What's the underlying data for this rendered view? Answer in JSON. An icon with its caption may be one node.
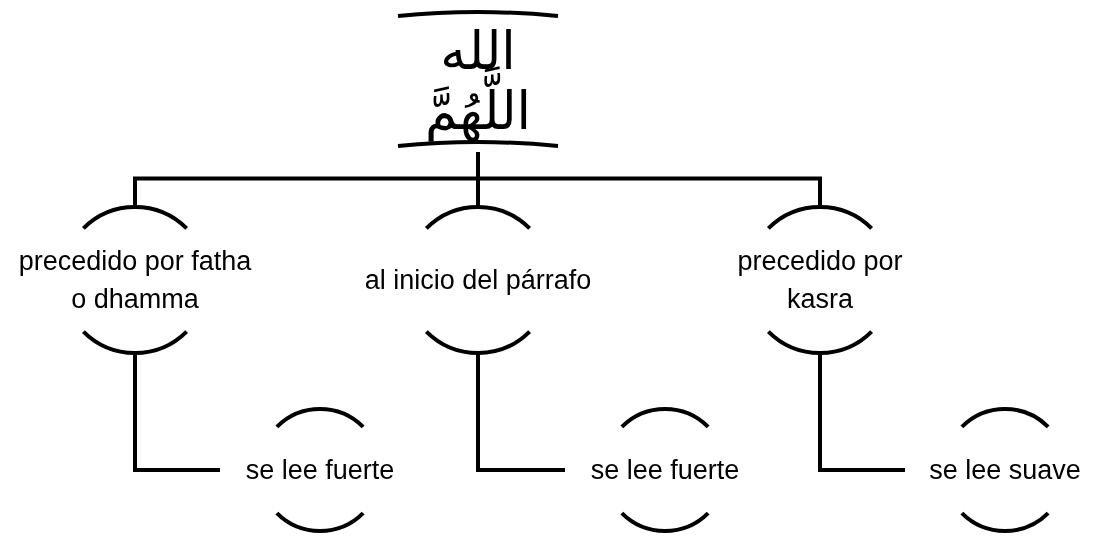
{
  "diagram": {
    "nodes": [
      {
        "text": [
          "الله اللَّهُمَّ"
        ]
      },
      {
        "text": [
          "precedido por fatha o dhamma"
        ]
      },
      {
        "text": [
          "al inicio del párrafo"
        ]
      },
      {
        "text": [
          "precedido por kasra"
        ]
      },
      {
        "text": [
          "se lee fuerte"
        ]
      },
      {
        "text": [
          "se lee fuerte"
        ]
      },
      {
        "text": [
          "se lee suave"
        ]
      }
    ],
    "edges": [
      {
        "from": 0,
        "to": 1,
        "arrow": "none"
      },
      {
        "from": 0,
        "to": 2,
        "arrow": "none"
      },
      {
        "from": 0,
        "to": 3,
        "arrow": "none"
      },
      {
        "from": 1,
        "to": 4,
        "arrow": "none"
      },
      {
        "from": 2,
        "to": 5,
        "arrow": "none"
      },
      {
        "from": 3,
        "to": 6,
        "arrow": "none"
      }
    ]
  }
}
